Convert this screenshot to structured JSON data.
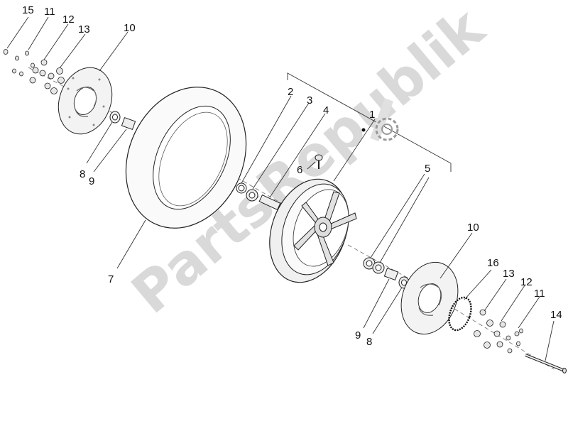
{
  "diagram": {
    "watermark": "PartsRepublik",
    "callouts": {
      "c1": "1",
      "c2": "2",
      "c3": "3",
      "c4": "4",
      "c5": "5",
      "c6": "6",
      "c7": "7",
      "c8_left": "8",
      "c9_left": "9",
      "c10_left": "10",
      "c11_left": "11",
      "c12_left": "12",
      "c13_left": "13",
      "c15": "15",
      "c10_right": "10",
      "c16": "16",
      "c13_right": "13",
      "c12_right": "12",
      "c11_right": "11",
      "c14": "14",
      "c9_right": "9",
      "c8_right": "8"
    },
    "icons": [
      "gear-icon"
    ],
    "colors": {
      "line": "#222222",
      "watermark": "#d9d9d9",
      "disc": "#f3f3f3"
    }
  }
}
